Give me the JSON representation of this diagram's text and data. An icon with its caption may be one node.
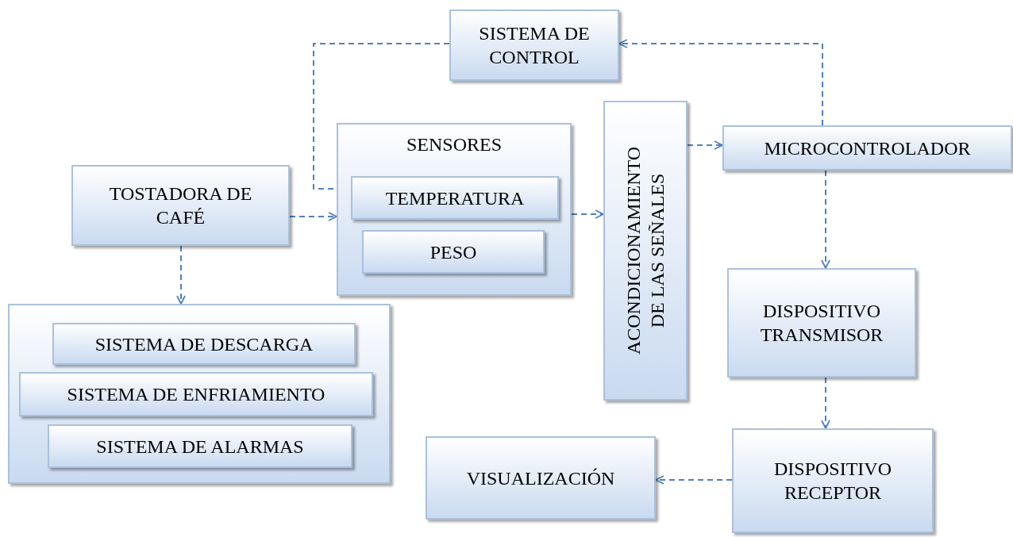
{
  "diagram": {
    "nodes": [
      {
        "text": [
          "SISTEMA DE CONTROL"
        ]
      },
      {
        "text": [
          "SENSORES"
        ]
      },
      {
        "text": [
          "TEMPERATURA"
        ],
        "in": 1
      },
      {
        "text": [
          "PESO"
        ],
        "in": 1
      },
      {
        "text": [
          "TOSTADORA DE CAFÉ"
        ]
      },
      {
        "text": [],
        "shape": "box"
      },
      {
        "text": [
          "SISTEMA DE DESCARGA"
        ],
        "in": 5
      },
      {
        "text": [
          "SISTEMA DE ENFRIAMIENTO"
        ],
        "in": 5
      },
      {
        "text": [
          "SISTEMA DE ALARMAS"
        ],
        "in": 5
      },
      {
        "text": [
          "ACONDICIONAMIENTO DE LAS SEÑALES"
        ]
      },
      {
        "text": [
          "MICROCONTROLADOR"
        ]
      },
      {
        "text": [
          "DISPOSITIVO TRANSMISOR"
        ]
      },
      {
        "text": [
          "DISPOSITIVO RECEPTOR"
        ]
      },
      {
        "text": [
          "VISUALIZACIÓN"
        ]
      }
    ],
    "edges": [
      {
        "from": 4,
        "to": 1,
        "arrow": "to",
        "style": "dashed"
      },
      {
        "from": 4,
        "to": 5,
        "arrow": "to",
        "style": "dashed"
      },
      {
        "from": 1,
        "to": 9,
        "arrow": "to",
        "style": "dashed"
      },
      {
        "from": 9,
        "to": 10,
        "arrow": "to",
        "style": "dashed"
      },
      {
        "from": 10,
        "to": 0,
        "arrow": "to",
        "style": "dashed"
      },
      {
        "from": 0,
        "to": 2,
        "arrow": "to",
        "style": "dashed"
      },
      {
        "from": 10,
        "to": 11,
        "arrow": "to",
        "style": "dashed"
      },
      {
        "from": 11,
        "to": 12,
        "arrow": "to",
        "style": "dashed"
      },
      {
        "from": 12,
        "to": 13,
        "arrow": "to",
        "style": "dashed"
      }
    ]
  }
}
